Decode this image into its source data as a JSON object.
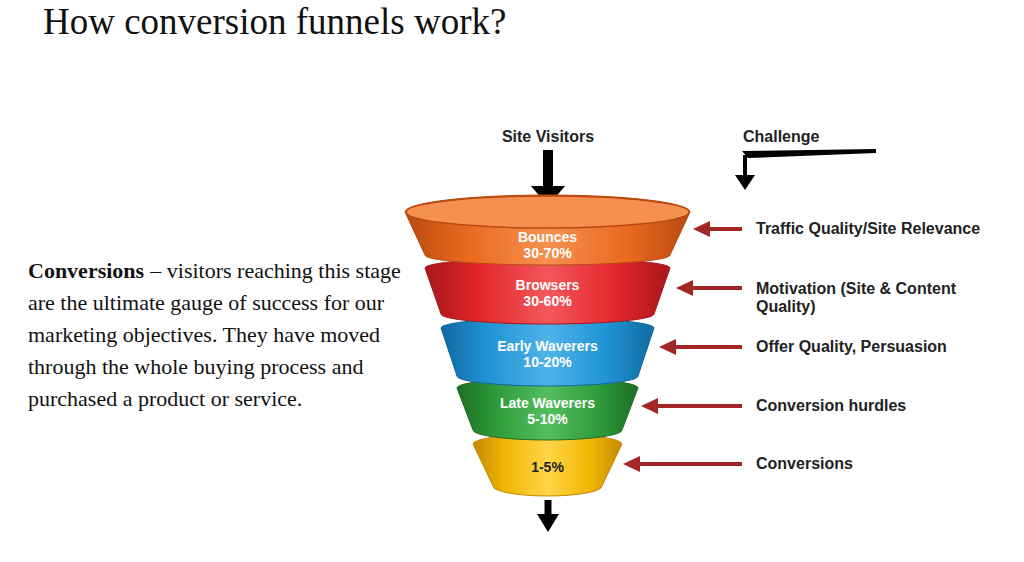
{
  "diagram": {
    "title": "How conversion funnels work?",
    "nodes": [
      {
        "text": [
          "Bounces",
          "30-70%"
        ]
      },
      {
        "text": [
          "Browsers",
          "30-60%"
        ]
      },
      {
        "text": [
          "Early Waverers",
          "10-20%"
        ]
      },
      {
        "text": [
          "Late Waverers",
          "5-10%"
        ]
      },
      {
        "text": [
          "1-5%"
        ]
      }
    ],
    "labels": [
      "Conversions",
      "– visitors reaching this stage are the ultimate gauge of success for our marketing objectives. They have moved through the whole buying process and purchased a product or service.",
      "Site Visitors",
      "Challenge",
      "Traffic Quality/Site Relevance",
      "Motivation (Site & Content Quality)",
      "Offer Quality, Persuasion",
      "Conversion hurdles",
      "Conversions"
    ]
  }
}
